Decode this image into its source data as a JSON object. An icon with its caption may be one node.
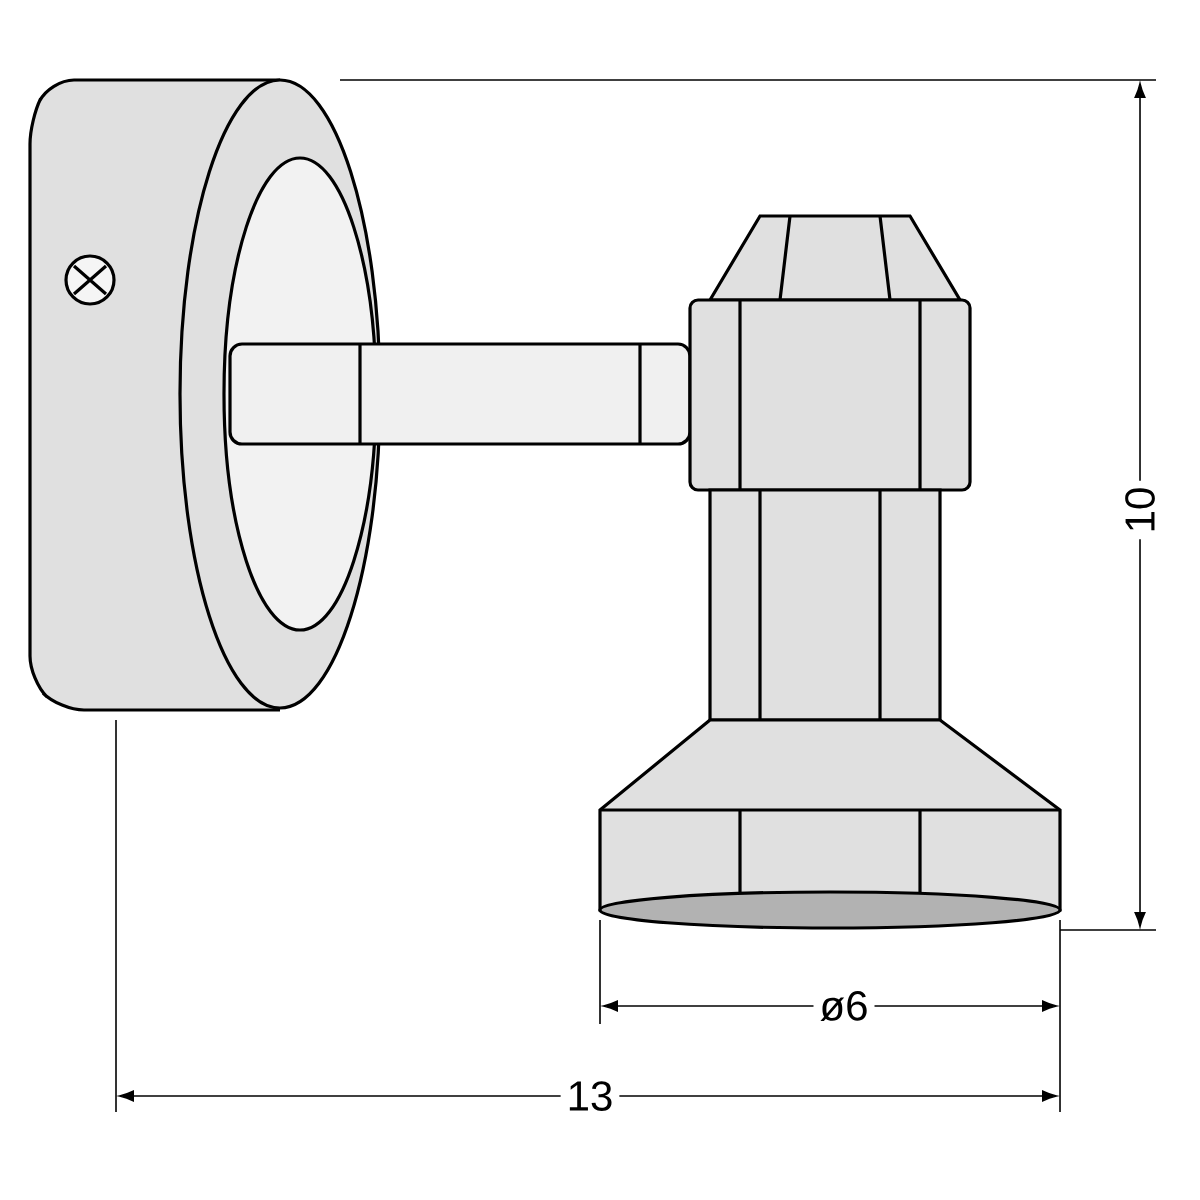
{
  "diagram": {
    "labels": [
      "10",
      "ø6",
      "13"
    ]
  }
}
